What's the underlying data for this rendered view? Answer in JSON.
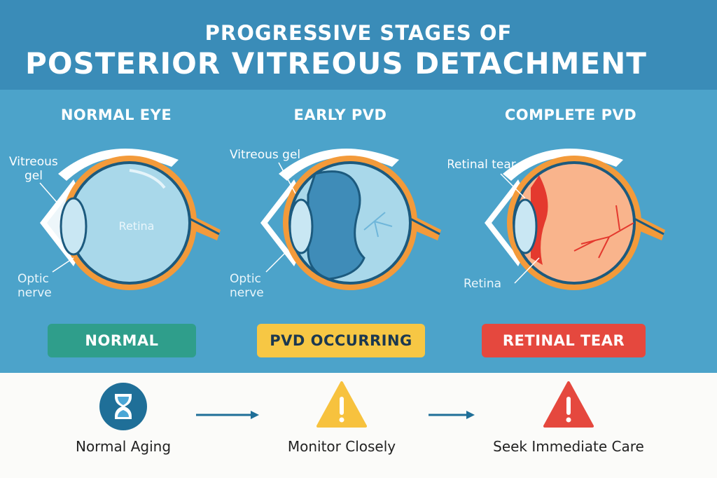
{
  "header": {
    "line1": "PROGRESSIVE STAGES OF",
    "line2": "POSTERIOR VITREOUS DETACHMENT"
  },
  "stages": [
    {
      "title": "NORMAL EYE",
      "labels": [
        "Vitreous",
        "gel",
        "Retina",
        "Optic",
        "nerve"
      ],
      "badge": "NORMAL",
      "badge_color": "#2f9e8b"
    },
    {
      "title": "EARLY PVD",
      "labels": [
        "Vitreous gel",
        "Optic",
        "nerve"
      ],
      "badge": "PVD OCCURRING",
      "badge_color": "#f7c744"
    },
    {
      "title": "COMPLETE PVD",
      "labels": [
        "Retinal tear",
        "Retina"
      ],
      "badge": "RETINAL TEAR",
      "badge_color": "#e5483e"
    }
  ],
  "steps": [
    {
      "label": "Normal Aging",
      "icon": "hourglass-icon",
      "color": "#1f6f98"
    },
    {
      "label": "Monitor Closely",
      "icon": "warning-icon",
      "color": "#f7c23e"
    },
    {
      "label": "Seek Immediate Care",
      "icon": "warning-icon",
      "color": "#e5483e"
    }
  ]
}
